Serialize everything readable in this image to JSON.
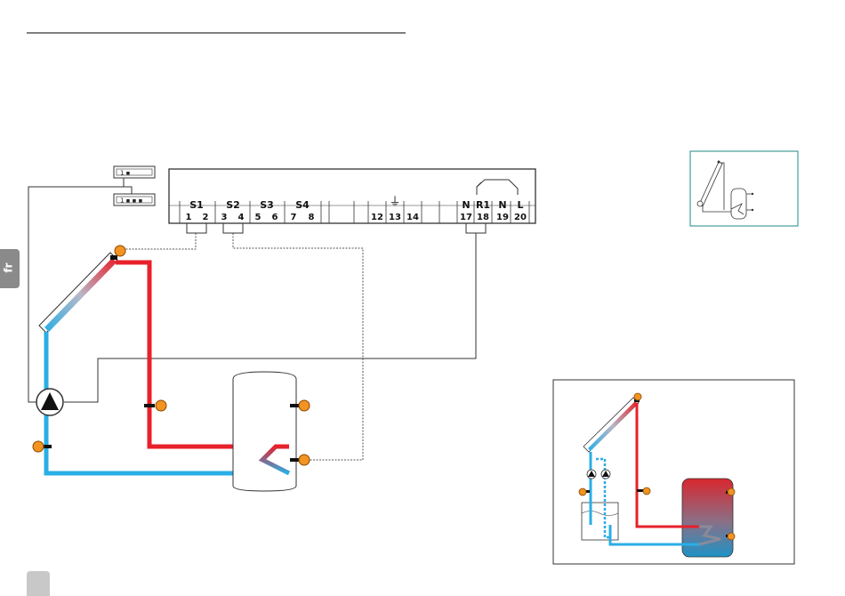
{
  "side_tab": {
    "label": "fr"
  },
  "terminal_block": {
    "groups": [
      {
        "label": "S1",
        "terminals": [
          "1",
          "2"
        ]
      },
      {
        "label": "S2",
        "terminals": [
          "3",
          "4"
        ]
      },
      {
        "label": "S3",
        "terminals": [
          "5",
          "6"
        ]
      },
      {
        "label": "S4",
        "terminals": [
          "7",
          "8"
        ]
      },
      {
        "label": "",
        "terminals": [
          "12",
          "13",
          "14"
        ]
      },
      {
        "label": "N",
        "terminals": [
          "17"
        ]
      },
      {
        "label": "R1",
        "terminals": [
          "18"
        ]
      },
      {
        "label": "N",
        "terminals": [
          "19"
        ]
      },
      {
        "label": "L",
        "terminals": [
          "20"
        ]
      }
    ],
    "earth_symbol": "⏚"
  },
  "connectors": {
    "two_pin": "1 ▪",
    "four_pin": "1 ▪ ▪ ▪"
  },
  "colors": {
    "hot_line": "#e8202a",
    "cold_line": "#29aee6",
    "sensor": "#f29322",
    "sensor_outline": "#8a4a00",
    "wire": "#333333",
    "tank_hot": "#d9272e",
    "tank_cold": "#1e93c6"
  }
}
